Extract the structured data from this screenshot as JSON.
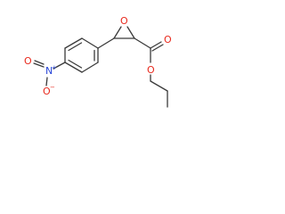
{
  "molecule": {
    "description_labels": {
      "nitrogen": "N",
      "nitrogen_charge": "+",
      "nitro_oxygen_top": "O",
      "nitro_oxygen_bottom": "O",
      "nitro_oxygen_charge": "−",
      "epoxide_oxygen": "O",
      "carbonyl_oxygen": "O",
      "ester_oxygen": "O"
    },
    "colors": {
      "bond": "#3a3a3a",
      "oxygen": "#e8281c",
      "nitrogen": "#2846d8"
    }
  }
}
